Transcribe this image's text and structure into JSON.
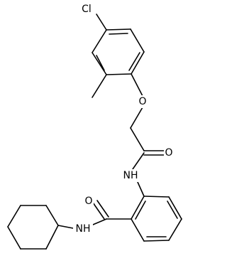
{
  "molecule": {
    "atom_labels": {
      "cl": "Cl",
      "o_ether": "O",
      "o_carbonyl_top": "O",
      "nh_top": "NH",
      "o_carbonyl_bottom": "O",
      "nh_bottom": "NH"
    }
  },
  "colors": {
    "bond": "#000000",
    "background": "#ffffff"
  }
}
